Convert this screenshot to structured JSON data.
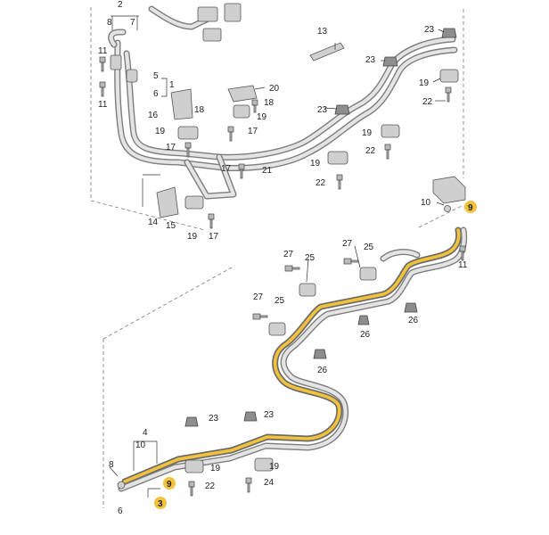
{
  "callouts": [
    {
      "id": "c2",
      "text": "2"
    },
    {
      "id": "c8a",
      "text": "8"
    },
    {
      "id": "c7",
      "text": "7"
    },
    {
      "id": "c11a",
      "text": "11"
    },
    {
      "id": "c5",
      "text": "5"
    },
    {
      "id": "c1",
      "text": "1"
    },
    {
      "id": "c6a",
      "text": "6"
    },
    {
      "id": "c11b",
      "text": "11"
    },
    {
      "id": "c13",
      "text": "13"
    },
    {
      "id": "c23a",
      "text": "23"
    },
    {
      "id": "c23b",
      "text": "23"
    },
    {
      "id": "c19a",
      "text": "19"
    },
    {
      "id": "c22a",
      "text": "22"
    },
    {
      "id": "c20",
      "text": "20"
    },
    {
      "id": "c18a",
      "text": "18"
    },
    {
      "id": "c19b",
      "text": "19"
    },
    {
      "id": "c16",
      "text": "16"
    },
    {
      "id": "c18b",
      "text": "18"
    },
    {
      "id": "c19c",
      "text": "19"
    },
    {
      "id": "c17a",
      "text": "17"
    },
    {
      "id": "c17b",
      "text": "17"
    },
    {
      "id": "c23c",
      "text": "23"
    },
    {
      "id": "c19d",
      "text": "19"
    },
    {
      "id": "c22b",
      "text": "22"
    },
    {
      "id": "c17c",
      "text": "17"
    },
    {
      "id": "c21",
      "text": "21"
    },
    {
      "id": "c19e",
      "text": "19"
    },
    {
      "id": "c22c",
      "text": "22"
    },
    {
      "id": "c14",
      "text": "14"
    },
    {
      "id": "c15",
      "text": "15"
    },
    {
      "id": "c19f",
      "text": "19"
    },
    {
      "id": "c17d",
      "text": "17"
    },
    {
      "id": "c10a",
      "text": "10"
    },
    {
      "id": "c9a",
      "text": "9"
    },
    {
      "id": "c11c",
      "text": "11"
    },
    {
      "id": "c27a",
      "text": "27"
    },
    {
      "id": "c25a",
      "text": "25"
    },
    {
      "id": "c27b",
      "text": "27"
    },
    {
      "id": "c25b",
      "text": "25"
    },
    {
      "id": "c27c",
      "text": "27"
    },
    {
      "id": "c25c",
      "text": "25"
    },
    {
      "id": "c26a",
      "text": "26"
    },
    {
      "id": "c26b",
      "text": "26"
    },
    {
      "id": "c26c",
      "text": "26"
    },
    {
      "id": "c23d",
      "text": "23"
    },
    {
      "id": "c23e",
      "text": "23"
    },
    {
      "id": "c4",
      "text": "4"
    },
    {
      "id": "c10b",
      "text": "10"
    },
    {
      "id": "c19g",
      "text": "19"
    },
    {
      "id": "c19h",
      "text": "19"
    },
    {
      "id": "c8b",
      "text": "8"
    },
    {
      "id": "c22d",
      "text": "22"
    },
    {
      "id": "c24",
      "text": "24"
    },
    {
      "id": "c9b",
      "text": "9"
    },
    {
      "id": "c6b",
      "text": "6"
    },
    {
      "id": "c3",
      "text": "3"
    }
  ],
  "colors": {
    "highlight": "#f2c23a",
    "pipe": "#e4e4e4",
    "outline": "#555555"
  }
}
